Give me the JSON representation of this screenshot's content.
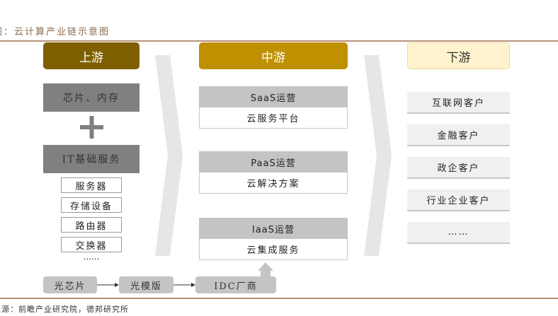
{
  "title": "图：云计算产业链示意图",
  "upstream": {
    "label": "上游",
    "chips": "芯片、内存",
    "plus": "+",
    "it": "IT基础服务",
    "items": [
      "服务器",
      "存储设备",
      "路由器",
      "交换器"
    ],
    "more": "……"
  },
  "midstream": {
    "label": "中游",
    "layers": [
      {
        "head": "SaaS运营",
        "body": "云服务平台"
      },
      {
        "head": "PaaS运营",
        "body": "云解决方案"
      },
      {
        "head": "IaaS运营",
        "body": "云集成服务"
      }
    ]
  },
  "downstream": {
    "label": "下游",
    "items": [
      "互联网客户",
      "金融客户",
      "政企客户",
      "行业企业客户",
      "……"
    ]
  },
  "chain": [
    "光芯片",
    "光模版",
    "IDC厂商"
  ],
  "source": "来源：前瞻产业研究院，德邦研究所",
  "colors": {
    "upstream": "#7f6000",
    "midstream": "#bf9000",
    "downstream": "#fff2cc"
  }
}
